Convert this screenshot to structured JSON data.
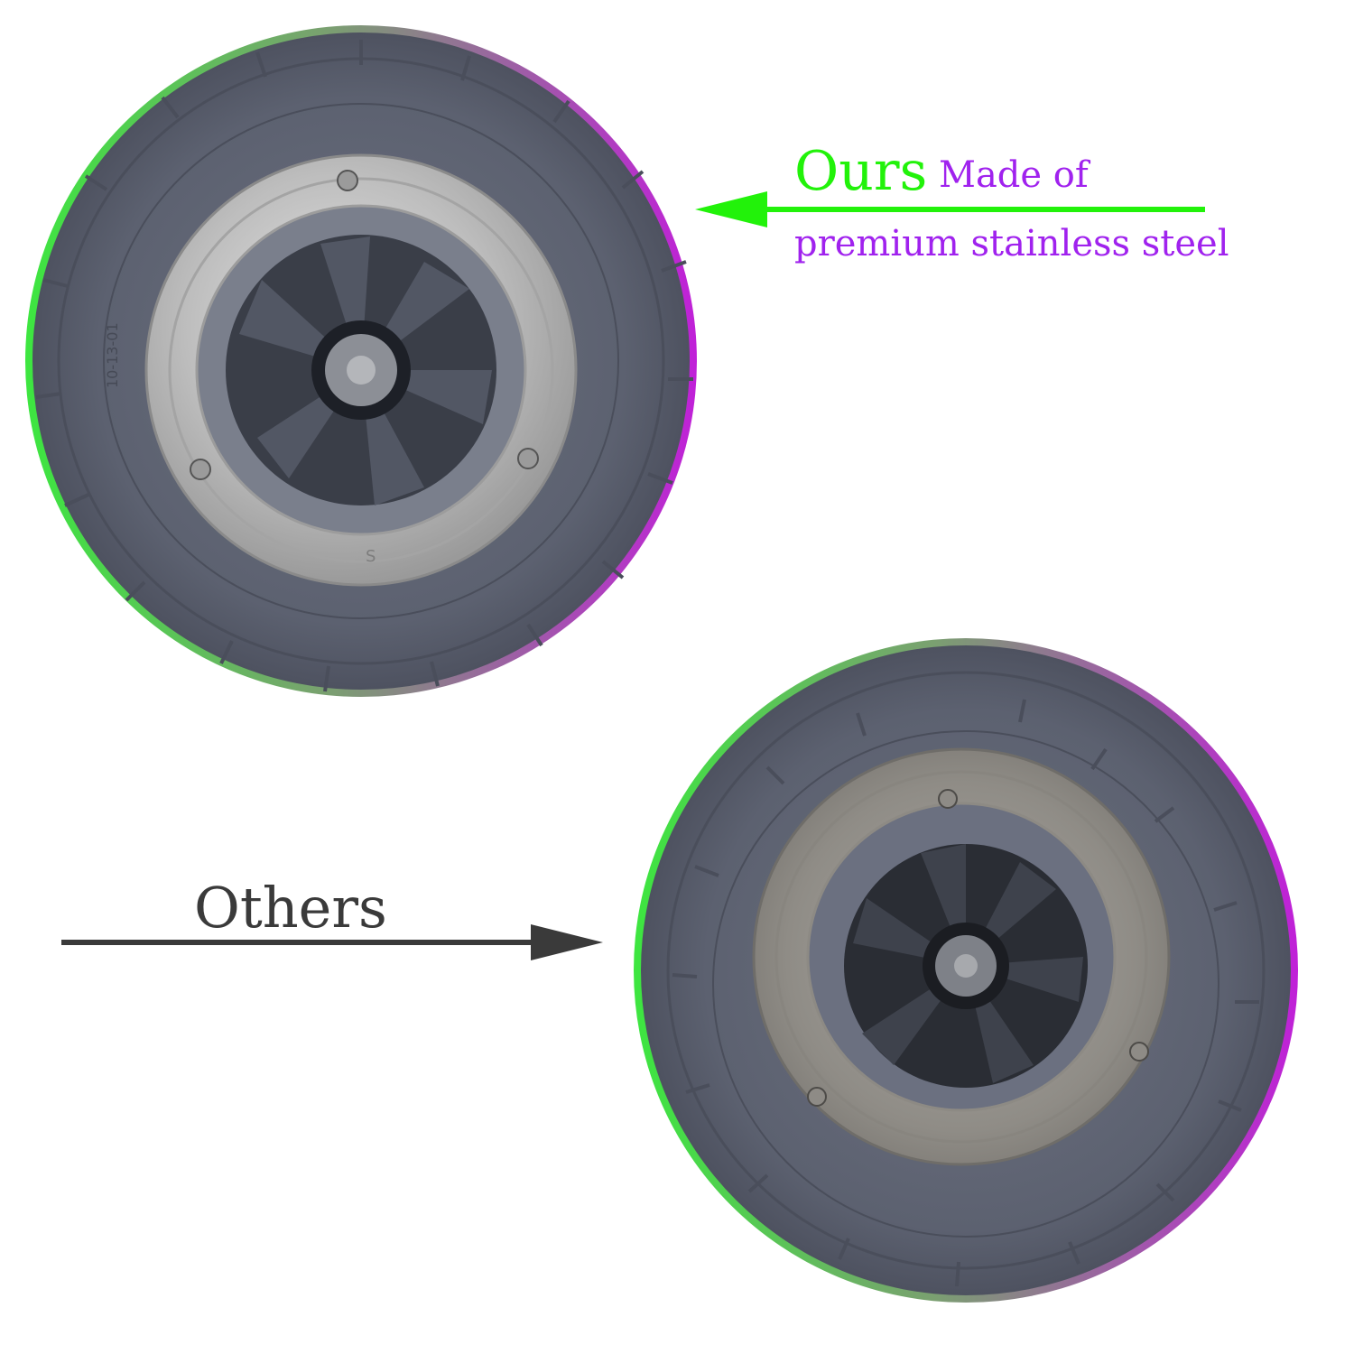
{
  "colors": {
    "ours_accent": "#22f20a",
    "purple_text": "#a022ee",
    "others_text": "#3a3a3a",
    "rim_green": "#3de640",
    "rim_purple": "#c020d8",
    "lid_gray": "#5e6372",
    "steel": "#c8c8c8",
    "gear_dark": "#2c2f36"
  },
  "callout_ours": {
    "label": "Ours",
    "line1": "Made of",
    "line2": "premium stainless steel",
    "arrow_icon": "arrow-left-icon"
  },
  "callout_others": {
    "label": "Others",
    "arrow_icon": "arrow-right-icon"
  },
  "top_part": {
    "ring_mark": "S",
    "side_mark": "10-13-01"
  }
}
